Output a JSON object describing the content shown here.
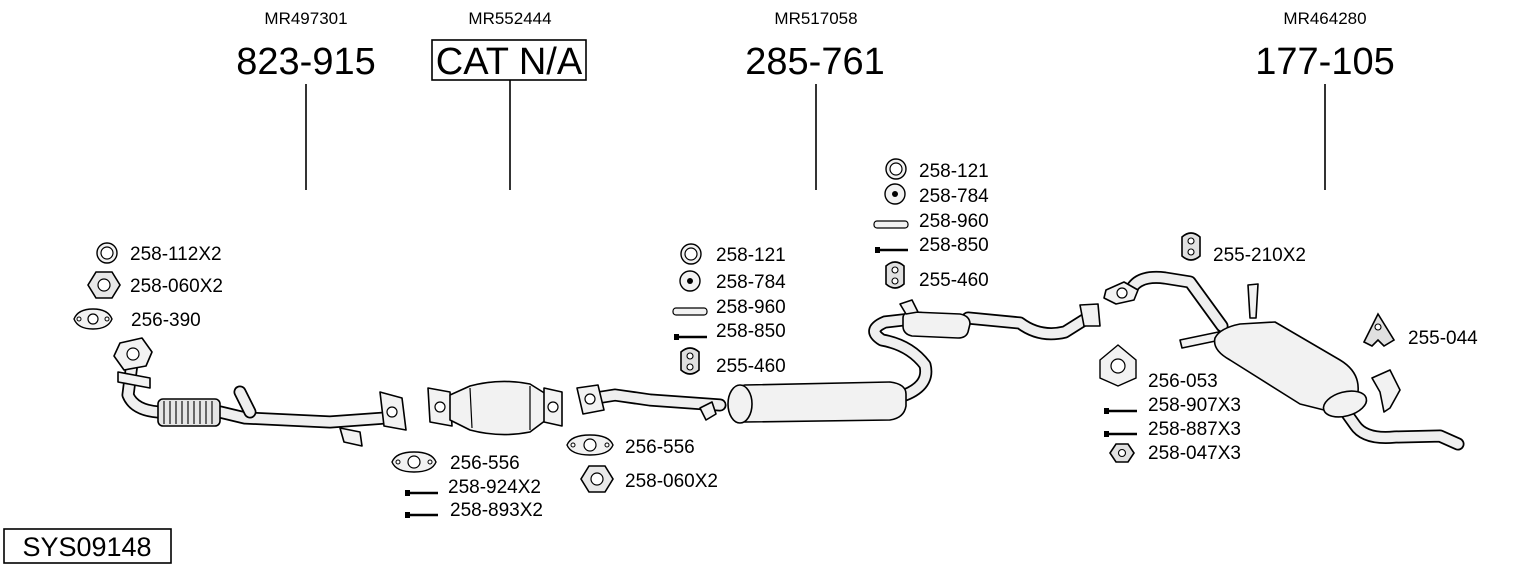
{
  "groups": [
    {
      "oem": "MR497301",
      "part": "823-915"
    },
    {
      "oem": "MR552444",
      "part": "CAT N/A"
    },
    {
      "oem": "MR517058",
      "part": "285-761"
    },
    {
      "oem": "MR464280",
      "part": "177-105"
    }
  ],
  "labels": {
    "front_pipe": {
      "gasket": "258-112X2",
      "nut": "258-060X2",
      "flange_gasket": "256-390"
    },
    "catalyst": {
      "gasket": "256-556",
      "bolt_long": "258-924X2",
      "bolt_short": "258-893X2"
    },
    "middle_left": {
      "gasket": "256-556",
      "nut": "258-060X2",
      "ring": "258-121",
      "ring_small": "258-784",
      "spring": "258-960",
      "bolt": "258-850",
      "mount": "255-460"
    },
    "middle_top": {
      "ring": "258-121",
      "ring_small": "258-784",
      "spring": "258-960",
      "bolt": "258-850",
      "mount": "255-460"
    },
    "rear": {
      "mount": "255-210X2",
      "bracket": "255-044",
      "gasket": "256-053",
      "bolt_a": "258-907X3",
      "bolt_b": "258-887X3",
      "nut": "258-047X3"
    }
  },
  "system_id": "SYS09148"
}
